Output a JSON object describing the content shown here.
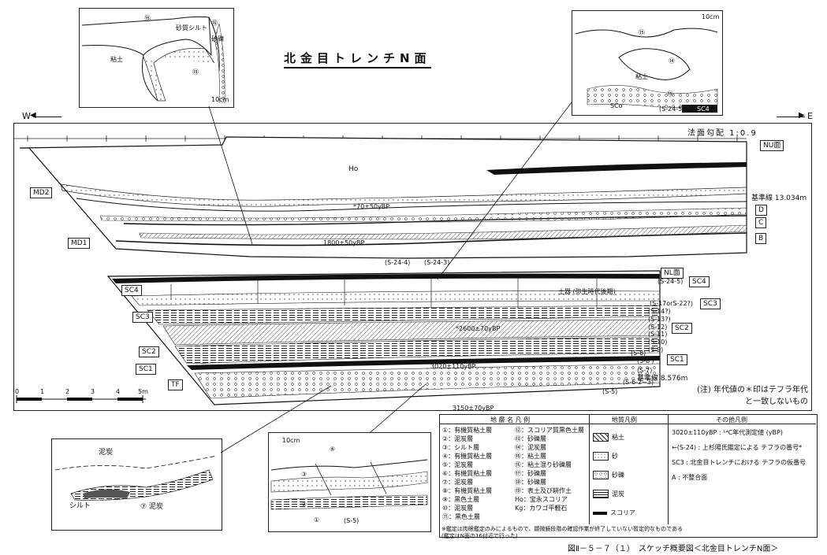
{
  "title": "北金目トレンチN面",
  "direction": {
    "west": "W",
    "east": "E"
  },
  "slope_label": "法面勾配 1:0.9",
  "surfaces": {
    "nu": "NU面",
    "nl": "NL面"
  },
  "baselines": {
    "upper": "基準線 13.034m",
    "lower": "基準線 8.576m"
  },
  "side_labels": {
    "md2": "MD2",
    "md1": "MD1",
    "d": "D",
    "c": "C",
    "b": "B",
    "sc4_left": "SC4",
    "sc3_left": "SC3",
    "sc2_left": "SC2",
    "sc1_left": "SC1",
    "tf": "TF",
    "sc4_right": "SC4",
    "sc3_right": "SC3",
    "sc2_right": "SC2",
    "sc1_right": "SC1"
  },
  "tephra_labels": [
    "(S-24-5)",
    "(S-17orS-22?)",
    "(S-14?)",
    "(S-13?)",
    "(S-12)",
    "(S-11)",
    "(S-10)",
    "(S-9)",
    "(S-8)",
    "(S-8')",
    "(S-7)",
    "(S-6-2~3)",
    "(S-5)"
  ],
  "tephra_top": [
    "(S-24-4)",
    "(S-24-3)"
  ],
  "dates": [
    "*70±50yBP",
    "1800±50yBP",
    "3020±110yBP",
    "3150±70yBP",
    "*2600±70yBP"
  ],
  "pottery": "土器 (弥生時代後期)",
  "ho_label": "Ho",
  "note": "(注) 年代値の＊印はテフラ年代と一致しないもの",
  "scale": {
    "ticks": [
      "0",
      "1",
      "2",
      "3",
      "4",
      "5m"
    ]
  },
  "inset_tl": {
    "labels": [
      "砂質シルト",
      "砂礫",
      "粘土"
    ],
    "scale": "10cm",
    "circles": [
      "⑮",
      "⑯",
      "⑮"
    ]
  },
  "inset_tr": {
    "labels": [
      "粘土",
      "SCo",
      "(S-24-5)",
      "SC4"
    ],
    "scale": "10cm",
    "circles": [
      "⑮",
      "⑭",
      "⑮"
    ]
  },
  "inset_bl": {
    "labels": [
      "泥炭",
      "シルト",
      "⑦ 泥炭"
    ]
  },
  "inset_bm": {
    "labels": [
      "④",
      "③",
      "②",
      "①",
      "(S-5)"
    ],
    "scale": "10cm"
  },
  "legend": {
    "strata_title": "地 層 名 凡 例",
    "strata_left": [
      "①：有機質粘土層",
      "②：泥炭層",
      "③：シルト層",
      "④：有機質粘土層",
      "⑤：泥炭層",
      "⑥：有機質粘土層",
      "⑦：泥炭層",
      "⑧：有機質粘土層",
      "⑨：黒色土層",
      "⑩：泥炭層",
      "⑪：黒色土層"
    ],
    "strata_right": [
      "⑫：スコリア質黒色土層",
      "⑬：砂礫層",
      "⑭：泥炭層",
      "⑮：粘土層",
      "⑯：粘土混り砂礫層",
      "⑰：砂礫層",
      "⑱：砂礫層",
      "⑲：表土及び耕作土",
      "Ho：宝永スコリア",
      "Kg：カワゴ平軽石"
    ],
    "geo_title": "地質凡例",
    "geo_items": [
      "粘土",
      "砂",
      "砂礫",
      "泥炭",
      "スコリア"
    ],
    "other_title": "その他凡例",
    "other_items": [
      "3020±110yBP : ¹⁴C年代測定値 (yBP)",
      "←(S-24) : 上杉陽氏鑑定による テフラの番号*",
      "SC3 : 北金目トレンチにおける テフラの仮番号",
      "A : 不整合面"
    ],
    "footnote1": "※鑑定は肉眼鑑定のみによるもので、顕微鏡段階の確認作業が終了していない暫定的なものである",
    "footnote2": "(鑑定はN面の16付近で行った)"
  },
  "caption": "図Ⅱ－５－７（１）　スケッチ概要図＜北金目トレンチN面＞"
}
